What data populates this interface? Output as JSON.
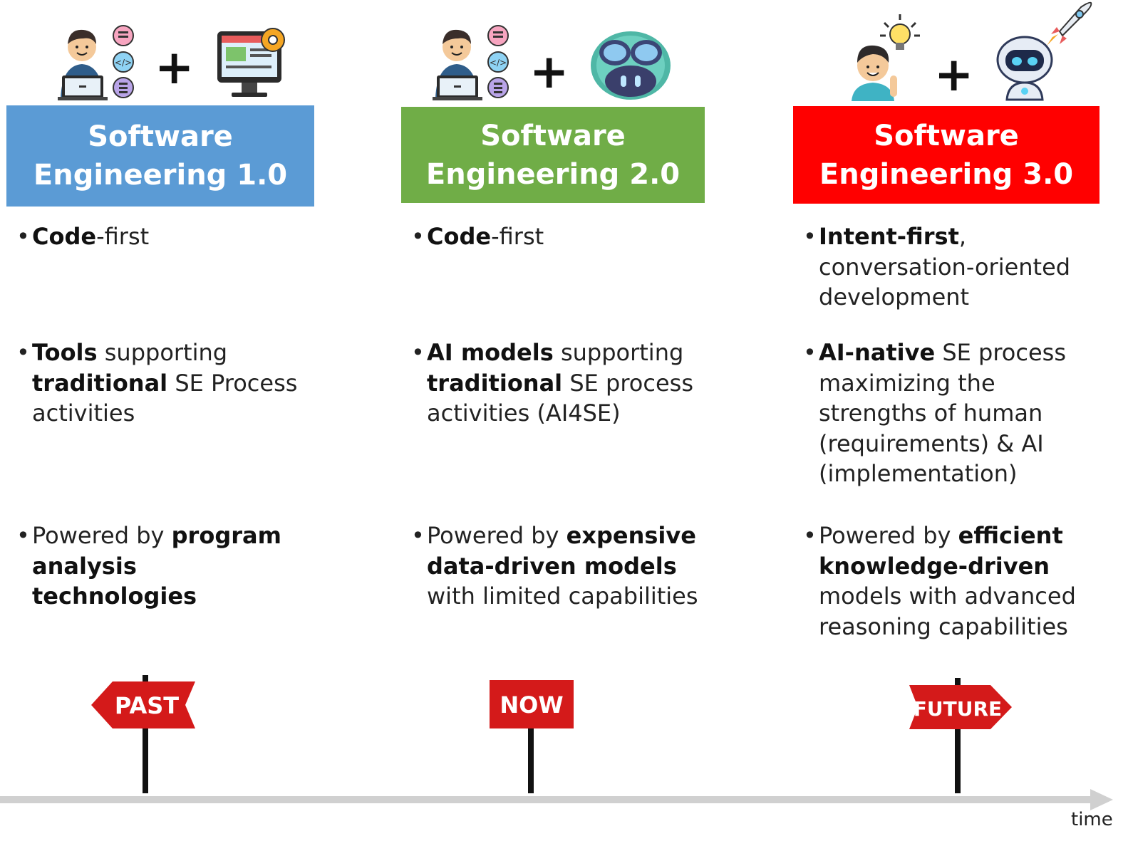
{
  "colors": {
    "era1": "#5B9BD5",
    "era2": "#70AD47",
    "era3": "#FF0000",
    "sign": "#D41A1A",
    "timeline": "#D0D0D0"
  },
  "icons": {
    "era1": [
      "developer-at-laptop-icon",
      "plus-sign",
      "computer-tools-icon"
    ],
    "era2": [
      "developer-at-laptop-icon",
      "plus-sign",
      "ai-copilot-icon"
    ],
    "era3": [
      "person-with-idea-icon",
      "plus-sign",
      "robot-icon",
      "rocket-icon"
    ]
  },
  "plus": "+",
  "eras": [
    {
      "title_line1": "Software",
      "title_line2": "Engineering 1.0",
      "b1": {
        "bold": "Code",
        "rest": "-first"
      },
      "b2": {
        "bold1": "Tools",
        "mid1": " supporting ",
        "bold2": "traditional",
        "rest": " SE Process activities"
      },
      "b3": {
        "pre": "Powered by ",
        "bold": "program analysis technologies"
      }
    },
    {
      "title_line1": "Software",
      "title_line2": "Engineering 2.0",
      "b1": {
        "bold": "Code",
        "rest": "-first"
      },
      "b2": {
        "bold1": "AI models",
        "mid1": " supporting ",
        "bold2": "traditional",
        "rest": " SE process activities (AI4SE)"
      },
      "b3": {
        "pre": "Powered by ",
        "bold": "expensive data-driven models",
        "rest": " with limited capabilities"
      }
    },
    {
      "title_line1": "Software",
      "title_line2": "Engineering 3.0",
      "b1": {
        "bold": "Intent-first",
        "rest": ", conversation-oriented development"
      },
      "b2": {
        "bold1": "AI-native",
        "rest": " SE process maximizing the strengths of human (requirements) & AI (implementation)"
      },
      "b3": {
        "pre": "Powered by ",
        "bold": "efficient knowledge-driven",
        "rest": " models with advanced reasoning capabilities"
      }
    }
  ],
  "signs": {
    "past": "PAST",
    "now": "NOW",
    "future": "FUTURE"
  },
  "timeline": {
    "label": "time"
  }
}
